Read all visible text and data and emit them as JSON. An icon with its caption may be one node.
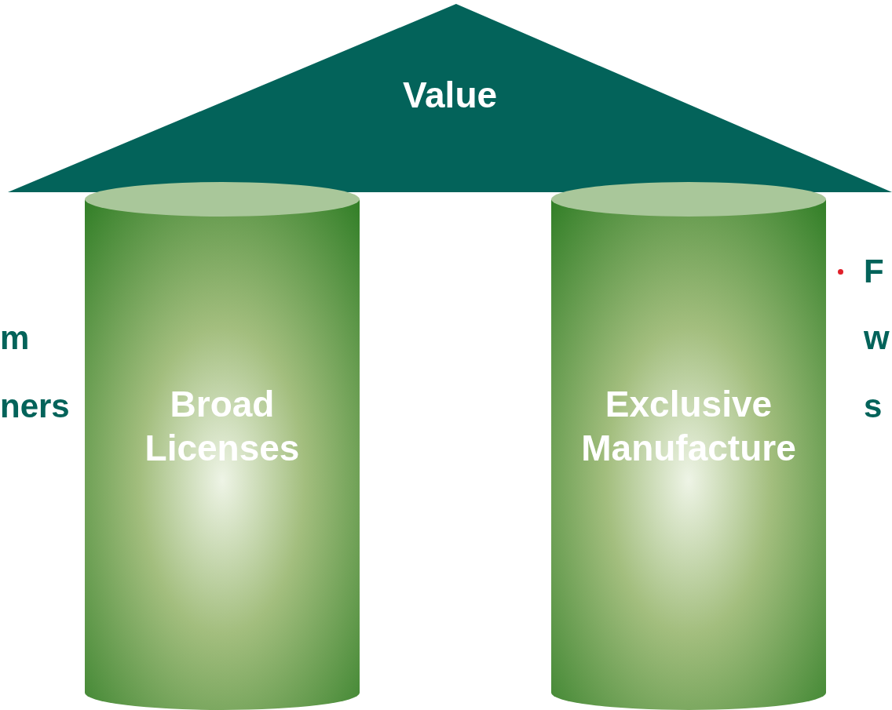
{
  "diagram": {
    "nodes": [
      {
        "text": [
          "Value"
        ]
      },
      {
        "text": [
          "Broad Licenses"
        ]
      },
      {
        "text": [
          "Exclusive Manufacture"
        ]
      }
    ],
    "labels": [
      "F",
      "m",
      "w",
      "ners",
      "s"
    ]
  }
}
